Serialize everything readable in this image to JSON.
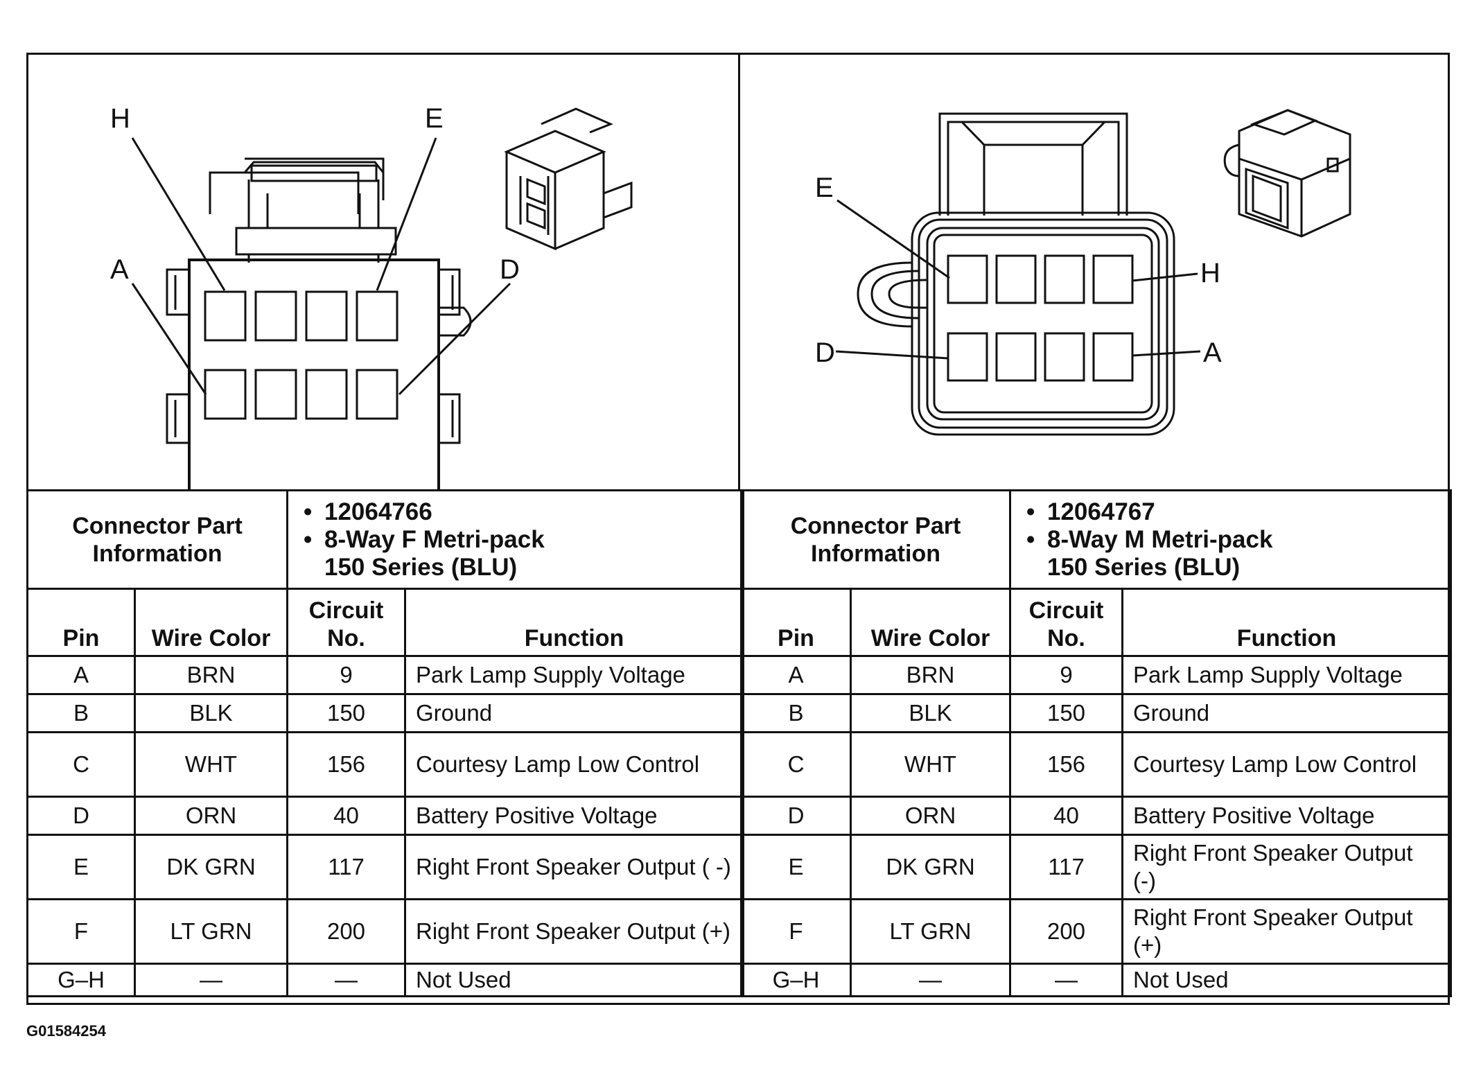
{
  "figure_code": "G01584254",
  "left": {
    "callouts": {
      "h": "H",
      "e": "E",
      "a": "A",
      "d": "D"
    },
    "info_label": "Connector Part Information",
    "part_number": "12064766",
    "part_desc_1": "8-Way F Metri-pack",
    "part_desc_2": "150 Series (BLU)",
    "headers": {
      "pin": "Pin",
      "wire": "Wire Color",
      "circuit": "Circuit No.",
      "function": "Function"
    },
    "rows": [
      {
        "pin": "A",
        "wire": "BRN",
        "circuit": "9",
        "function": "Park Lamp Supply Voltage"
      },
      {
        "pin": "B",
        "wire": "BLK",
        "circuit": "150",
        "function": "Ground"
      },
      {
        "pin": "C",
        "wire": "WHT",
        "circuit": "156",
        "function": "Courtesy Lamp Low Control"
      },
      {
        "pin": "D",
        "wire": "ORN",
        "circuit": "40",
        "function": "Battery Positive Voltage"
      },
      {
        "pin": "E",
        "wire": "DK GRN",
        "circuit": "117",
        "function": "Right Front Speaker Output ( -)"
      },
      {
        "pin": "F",
        "wire": "LT GRN",
        "circuit": "200",
        "function": "Right Front Speaker Output (+)"
      },
      {
        "pin": "G–H",
        "wire": "—",
        "circuit": "—",
        "function": "Not Used"
      }
    ]
  },
  "right": {
    "callouts": {
      "e": "E",
      "h": "H",
      "d": "D",
      "a": "A"
    },
    "info_label": "Connector Part Information",
    "part_number": "12064767",
    "part_desc_1": "8-Way M Metri-pack",
    "part_desc_2": "150 Series (BLU)",
    "headers": {
      "pin": "Pin",
      "wire": "Wire Color",
      "circuit": "Circuit No.",
      "function": "Function"
    },
    "rows": [
      {
        "pin": "A",
        "wire": "BRN",
        "circuit": "9",
        "function": "Park Lamp Supply Voltage"
      },
      {
        "pin": "B",
        "wire": "BLK",
        "circuit": "150",
        "function": "Ground"
      },
      {
        "pin": "C",
        "wire": "WHT",
        "circuit": "156",
        "function": "Courtesy Lamp Low Control"
      },
      {
        "pin": "D",
        "wire": "ORN",
        "circuit": "40",
        "function": "Battery Positive Voltage"
      },
      {
        "pin": "E",
        "wire": "DK GRN",
        "circuit": "117",
        "function": "Right Front Speaker Output (-)"
      },
      {
        "pin": "F",
        "wire": "LT GRN",
        "circuit": "200",
        "function": "Right Front Speaker Output (+)"
      },
      {
        "pin": "G–H",
        "wire": "—",
        "circuit": "—",
        "function": "Not Used"
      }
    ]
  }
}
